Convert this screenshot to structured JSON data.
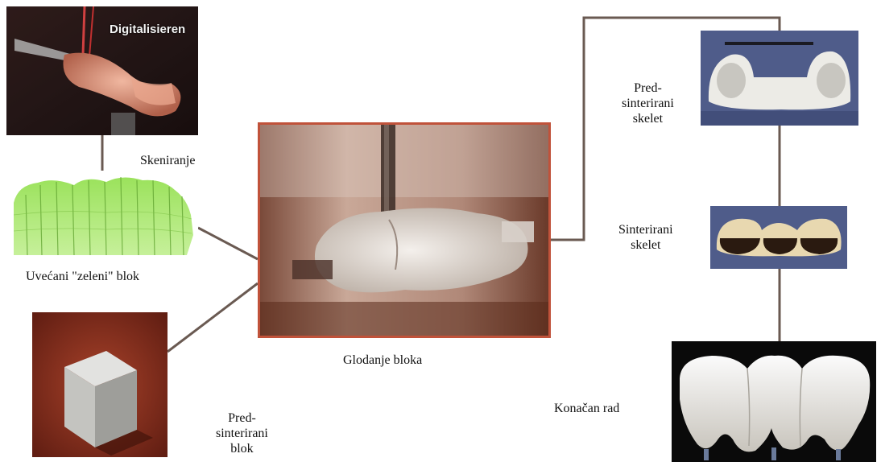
{
  "diagram": {
    "stages": {
      "digitize": {
        "overlay_text": "Digitalisieren"
      },
      "scan": {
        "label": "Skeniranje"
      },
      "green_block": {
        "label": "Uvećani \"zeleni\" blok"
      },
      "presintered_block": {
        "label_lines": [
          "Pred-",
          "sinterirani",
          "blok"
        ]
      },
      "milling": {
        "label": "Glodanje bloka"
      },
      "presintered_frame": {
        "label_lines": [
          "Pred-",
          "sinterirani",
          "skelet"
        ]
      },
      "sintered_frame": {
        "label_lines": [
          "Sinterirani",
          "skelet"
        ]
      },
      "final": {
        "label": "Konačan rad"
      }
    },
    "colors": {
      "connector": "#6a5a52",
      "green_scan": "#8cd650",
      "milling_border": "#c0523a",
      "frame_bg": "#4f5c8a",
      "final_bg": "#0a0a0a"
    }
  }
}
